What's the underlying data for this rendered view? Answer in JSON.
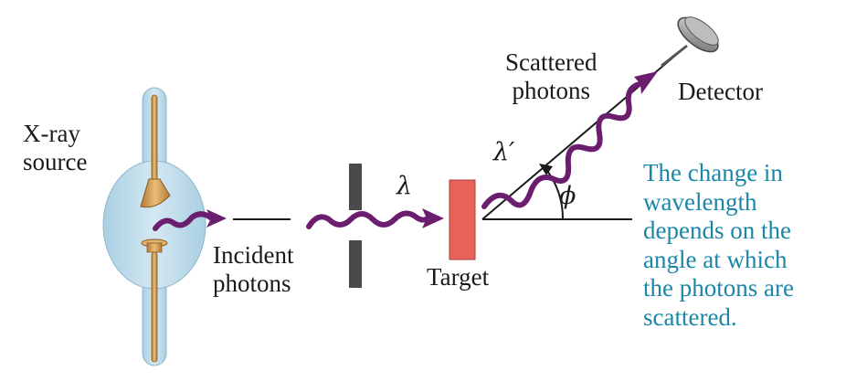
{
  "labels": {
    "source": [
      "X-ray",
      "source"
    ],
    "incident": [
      "Incident",
      "photons"
    ],
    "target": "Target",
    "scattered": [
      "Scattered",
      "photons"
    ],
    "detector": "Detector",
    "lambda": "λ",
    "lambda_prime": "λ′",
    "phi": "ϕ"
  },
  "note": [
    "The change in",
    "wavelength",
    "depends on the",
    "angle at which",
    "the photons are",
    "scattered."
  ],
  "colors": {
    "photon": "#6b1e6e",
    "target": "#e8625a",
    "note": "#1a86a8",
    "tube": "#c7dfed",
    "electrode": "#d8a25a"
  }
}
